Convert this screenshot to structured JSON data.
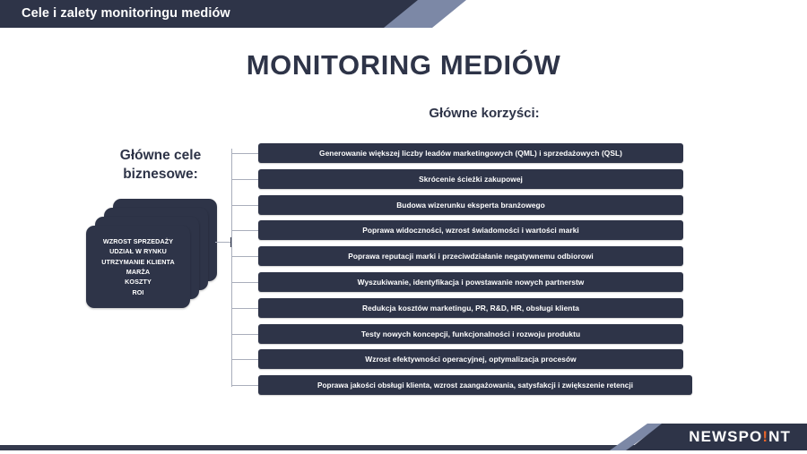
{
  "header": {
    "title": "Cele i zalety monitoringu mediów",
    "bar_color": "#2e3448",
    "accent_color": "#7c88a6"
  },
  "titles": {
    "main": "MONITORING MEDIÓW",
    "subtitle": "Główne korzyści:"
  },
  "goals": {
    "heading_line1": "Główne cele",
    "heading_line2": "biznesowe:",
    "card_items": [
      "WZROST SPRZEDAŻY",
      "UDZIAŁ W RYNKU",
      "UTRZYMANIE KLIENTA",
      "MARŻA",
      "KOSZTY",
      "ROI"
    ],
    "card_count": 4,
    "card_color": "#2e3448"
  },
  "benefits": [
    "Generowanie większej liczby leadów marketingowych (QML) i sprzedażowych (QSL)",
    "Skrócenie ścieżki zakupowej",
    "Budowa wizerunku eksperta branżowego",
    "Poprawa widoczności, wzrost świadomości i wartości marki",
    "Poprawa reputacji marki i przeciwdziałanie negatywnemu odbiorowi",
    "Wyszukiwanie, identyfikacja i powstawanie nowych partnerstw",
    "Redukcja kosztów marketingu, PR, R&D, HR, obsługi klienta",
    "Testy nowych koncepcji, funkcjonalności i rozwoju produktu",
    "Wzrost efektywności operacyjnej, optymalizacja procesów",
    "Poprawa jakości obsługi klienta, wzrost zaangażowania, satysfakcji i zwiększenie retencji"
  ],
  "footer": {
    "logo_prefix": "NEWSPO",
    "logo_bang": "!",
    "logo_suffix": "NT",
    "bang_color": "#e8652a",
    "bar_color": "#343a4d"
  }
}
